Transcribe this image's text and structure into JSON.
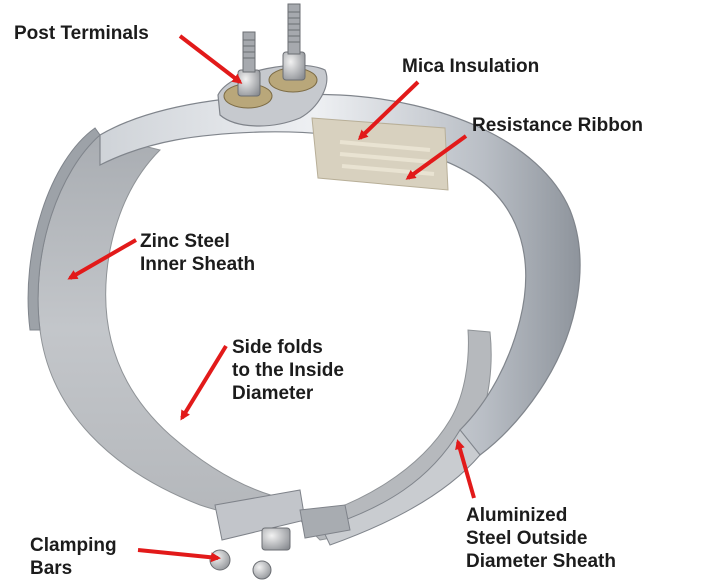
{
  "figure": {
    "background": "#ffffff",
    "arrow_color": "#e21a1a",
    "label_color": "#1c1c1c",
    "labels": {
      "post_terminals": "Post Terminals",
      "mica_insulation": "Mica Insulation",
      "resistance_ribbon": "Resistance Ribbon",
      "zinc_steel": [
        "Zinc Steel",
        "Inner Sheath"
      ],
      "side_folds": [
        "Side folds",
        "to the Inside",
        "Diameter"
      ],
      "aluminized": [
        "Aluminized",
        "Steel Outside",
        "Diameter Sheath"
      ],
      "clamping_bars": [
        "Clamping",
        "Bars"
      ]
    }
  }
}
